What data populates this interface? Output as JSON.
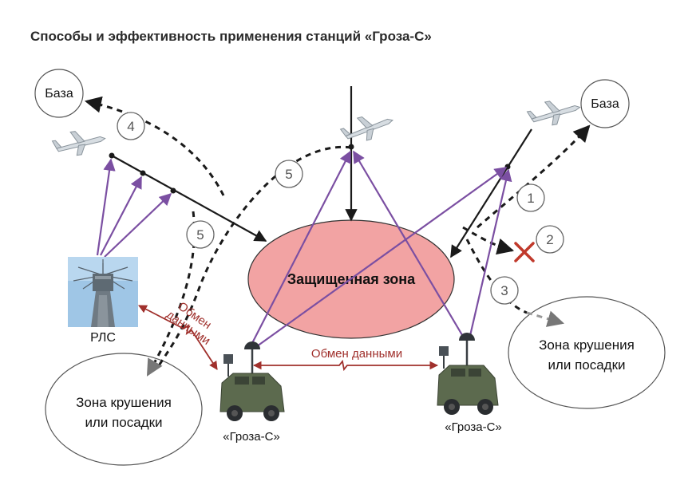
{
  "title": "Способы и эффективность применения станций «Гроза-С»",
  "protected_zone": "Защищенная зона",
  "base_left": "База",
  "base_right": "База",
  "radar_label": "РЛС",
  "crash_zone_left": [
    "Зона крушения",
    "или посадки"
  ],
  "crash_zone_right": [
    "Зона крушения",
    "или посадки"
  ],
  "exchange_center": "Обмен данными",
  "exchange_left": [
    "Обмен",
    "данными"
  ],
  "station_left": "«Гроза-С»",
  "station_right": "«Гроза-С»",
  "numbers": {
    "n1": "1",
    "n2": "2",
    "n3": "3",
    "n4": "4",
    "n5_left": "5",
    "n5_top": "5"
  },
  "colors": {
    "purple": "#7b4fa2",
    "red": "#a0302c",
    "zone_fill": "#f2a3a3",
    "dark": "#1a1a1a"
  }
}
